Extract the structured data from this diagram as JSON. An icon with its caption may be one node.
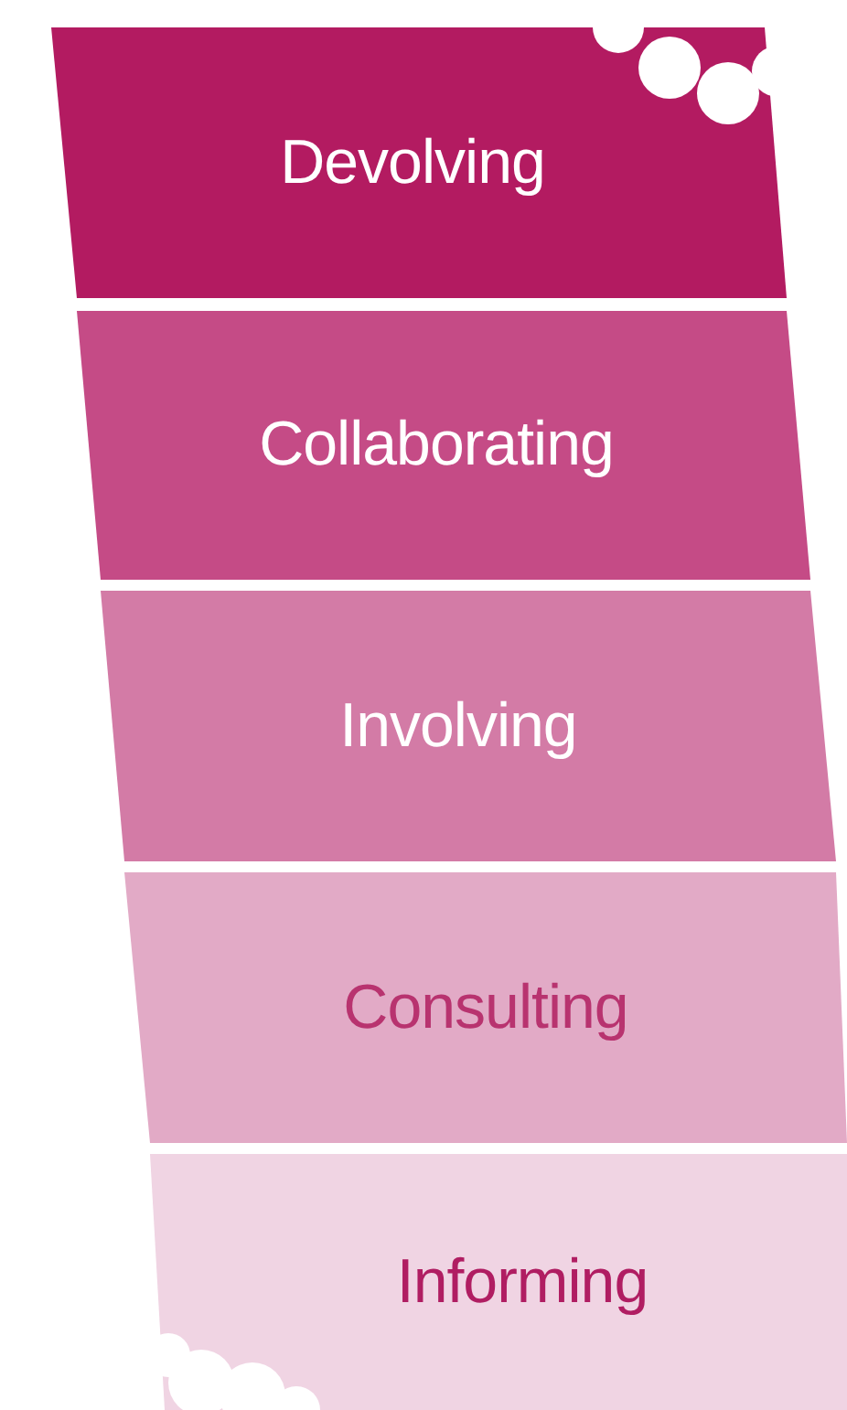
{
  "diagram": {
    "nodes": [
      {
        "text": [
          "Devolving"
        ]
      },
      {
        "text": [
          "Collaborating"
        ]
      },
      {
        "text": [
          "Involving"
        ]
      },
      {
        "text": [
          "Consulting"
        ]
      },
      {
        "text": [
          "Informing"
        ]
      }
    ]
  }
}
